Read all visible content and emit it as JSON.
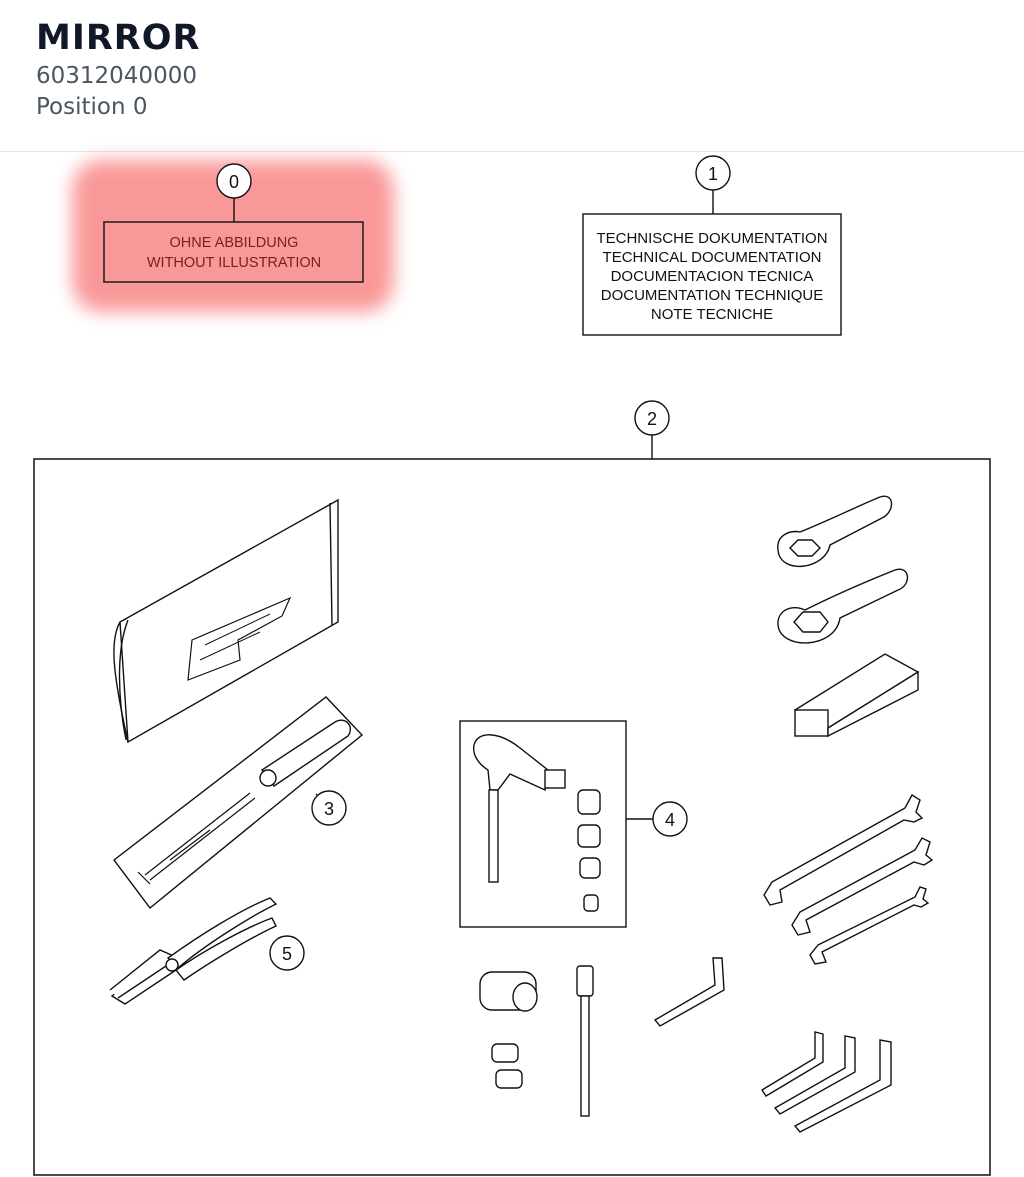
{
  "header": {
    "title": "MIRROR",
    "part_number": "60312040000",
    "position": "Position 0"
  },
  "diagram": {
    "callouts": [
      "0",
      "1",
      "2",
      "3",
      "4",
      "5"
    ],
    "no_illustration_lines": [
      "OHNE ABBILDUNG",
      "WITHOUT ILLUSTRATION"
    ],
    "tech_doc_lines": [
      "TECHNISCHE DOKUMENTATION",
      "TECHNICAL DOCUMENTATION",
      "DOCUMENTACION TECNICA",
      "DOCUMENTATION TECHNIQUE",
      "NOTE TECNICHE"
    ],
    "highlight_color": "#f87171"
  }
}
